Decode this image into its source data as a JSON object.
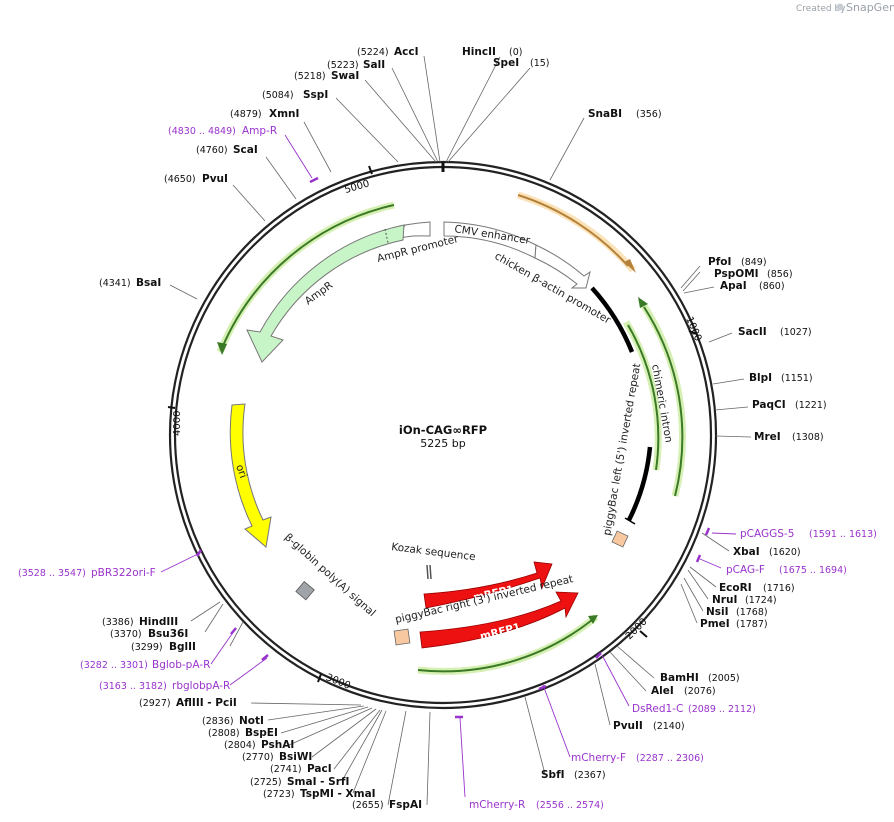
{
  "branding": {
    "created_by": "Created by",
    "app_name": "SnapGene"
  },
  "plasmid": {
    "name": "iOn-CAG∞RFP",
    "size": "5225 bp"
  },
  "ruler_ticks": [
    "1000",
    "2000",
    "3000",
    "4000",
    "5000"
  ],
  "enzymes": [
    {
      "name": "AccI",
      "pos": "(5224)"
    },
    {
      "name": "SalI",
      "pos": "(5223)"
    },
    {
      "name": "SwaI",
      "pos": "(5218)"
    },
    {
      "name": "SspI",
      "pos": "(5084)"
    },
    {
      "name": "XmnI",
      "pos": "(4879)"
    },
    {
      "name": "ScaI",
      "pos": "(4760)"
    },
    {
      "name": "PvuI",
      "pos": "(4650)"
    },
    {
      "name": "BsaI",
      "pos": "(4341)"
    },
    {
      "name": "HincII",
      "pos": "(0)"
    },
    {
      "name": "SpeI",
      "pos": "(15)"
    },
    {
      "name": "SnaBI",
      "pos": "(356)"
    },
    {
      "name": "PfoI",
      "pos": "(849)"
    },
    {
      "name": "PspOMI",
      "pos": "(856)"
    },
    {
      "name": "ApaI",
      "pos": "(860)"
    },
    {
      "name": "SacII",
      "pos": "(1027)"
    },
    {
      "name": "BlpI",
      "pos": "(1151)"
    },
    {
      "name": "PaqCI",
      "pos": "(1221)"
    },
    {
      "name": "MreI",
      "pos": "(1308)"
    },
    {
      "name": "XbaI",
      "pos": "(1620)"
    },
    {
      "name": "EcoRI",
      "pos": "(1716)"
    },
    {
      "name": "NruI",
      "pos": "(1724)"
    },
    {
      "name": "NsiI",
      "pos": "(1768)"
    },
    {
      "name": "PmeI",
      "pos": "(1787)"
    },
    {
      "name": "BamHI",
      "pos": "(2005)"
    },
    {
      "name": "AleI",
      "pos": "(2076)"
    },
    {
      "name": "PvuII",
      "pos": "(2140)"
    },
    {
      "name": "SbfI",
      "pos": "(2367)"
    },
    {
      "name": "HindIII",
      "pos": "(3386)"
    },
    {
      "name": "Bsu36I",
      "pos": "(3370)"
    },
    {
      "name": "BglII",
      "pos": "(3299)"
    },
    {
      "name": "AflIII - PciI",
      "pos": "(2927)"
    },
    {
      "name": "NotI",
      "pos": "(2836)"
    },
    {
      "name": "BspEI",
      "pos": "(2808)"
    },
    {
      "name": "PshAI",
      "pos": "(2804)"
    },
    {
      "name": "BsiWI",
      "pos": "(2770)"
    },
    {
      "name": "PacI",
      "pos": "(2741)"
    },
    {
      "name": "SmaI - SrfI",
      "pos": "(2725)"
    },
    {
      "name": "TspMI - XmaI",
      "pos": "(2723)"
    },
    {
      "name": "FspAI",
      "pos": "(2655)"
    }
  ],
  "primers": [
    {
      "name": "Amp-R",
      "range": "(4830 .. 4849)"
    },
    {
      "name": "pCAGGS-5",
      "range": "(1591 .. 1613)"
    },
    {
      "name": "pCAG-F",
      "range": "(1675 .. 1694)"
    },
    {
      "name": "pBR322ori-F",
      "range": "(3528 .. 3547)"
    },
    {
      "name": "Bglob-pA-R",
      "range": "(3282 .. 3301)"
    },
    {
      "name": "rbglobpA-R",
      "range": "(3163 .. 3182)"
    },
    {
      "name": "DsRed1-C",
      "range": "(2089 .. 2112)"
    },
    {
      "name": "mCherry-F",
      "range": "(2287 .. 2306)"
    },
    {
      "name": "mCherry-R",
      "range": "(2556 .. 2574)"
    }
  ],
  "features": {
    "cmv_enhancer": "CMV enhancer",
    "cba_promoter": "chicken β-actin promoter",
    "chimeric_intron": "chimeric intron",
    "pb_left": "piggyBac left (5') inverted repeat",
    "ampr_promoter": "AmpR promoter",
    "ampr": "AmpR",
    "ori": "ori",
    "bglobin": "β-globin poly(A) signal",
    "kozak": "Kozak sequence",
    "mrfp1_a": "mRFP1",
    "mrfp1_b": "mRFP1",
    "pb_right": "piggyBac right (3') inverted repeat"
  },
  "colors": {
    "backbone": "#222222",
    "green_arrow": "#88cc44",
    "orange_arrow": "#e8a640",
    "ampr_fill": "#c8f5c8",
    "ori_fill": "#ffff00",
    "mrfp_fill": "#ee1111",
    "pb_box": "#f8c8a0",
    "polyA_box": "#a0a4a8",
    "primer": "#9933cc"
  }
}
